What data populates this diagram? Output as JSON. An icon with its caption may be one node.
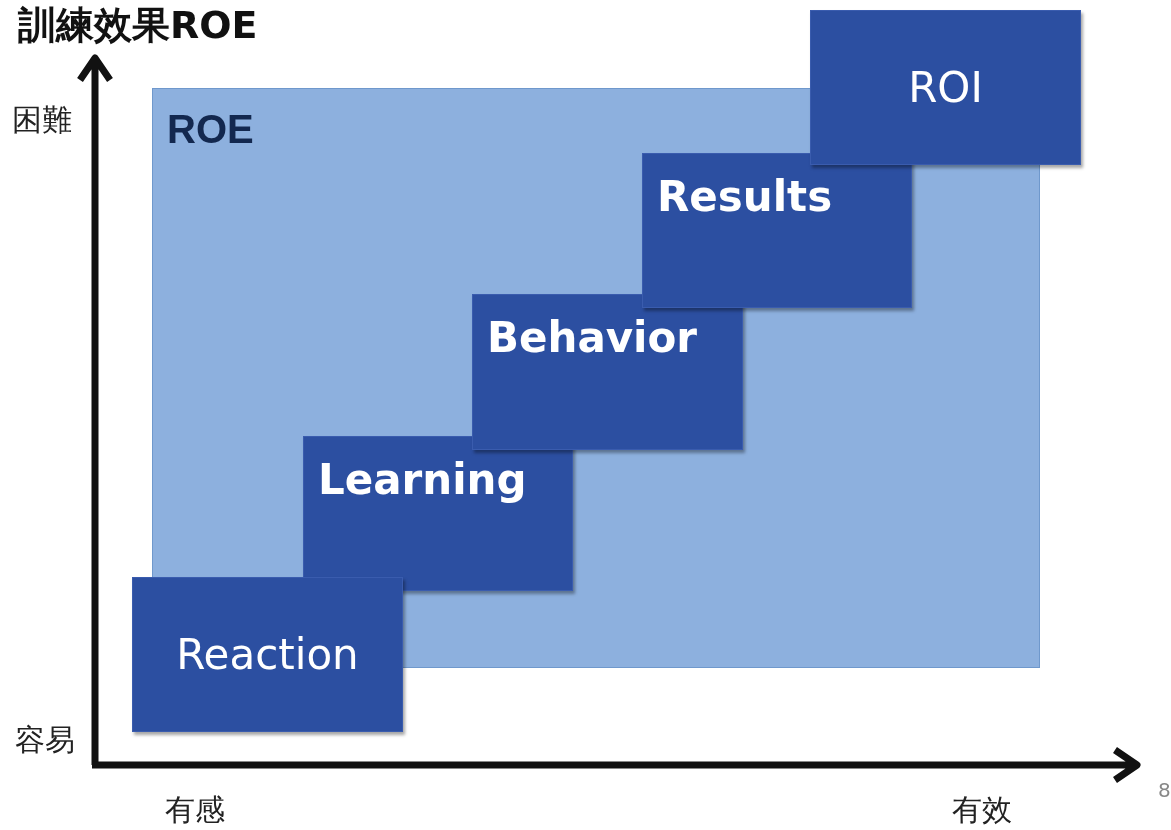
{
  "diagram": {
    "title": "訓練效果ROE",
    "nodes": [
      {
        "text": [
          "ROE"
        ]
      },
      {
        "text": [
          "Reaction"
        ]
      },
      {
        "text": [
          "Learning"
        ],
        "in": 0
      },
      {
        "text": [
          "Behavior"
        ],
        "in": 0
      },
      {
        "text": [
          "Results"
        ],
        "in": 0
      },
      {
        "text": [
          "ROI"
        ]
      }
    ],
    "edges": [],
    "labels": [
      "困難",
      "容易",
      "有感",
      "有效",
      "8"
    ]
  }
}
